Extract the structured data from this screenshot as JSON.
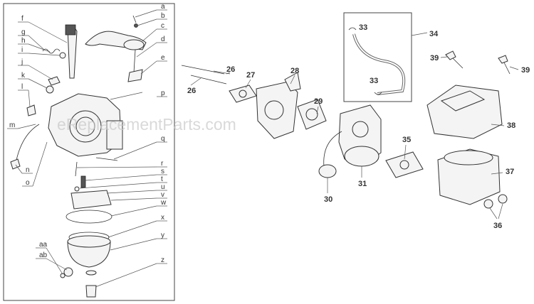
{
  "watermark": "eReplacementParts.com",
  "letter_labels": [
    "a",
    "b",
    "c",
    "d",
    "e",
    "f",
    "g",
    "h",
    "i",
    "j",
    "k",
    "l",
    "m",
    "n",
    "o",
    "p",
    "q",
    "r",
    "s",
    "t",
    "u",
    "v",
    "w",
    "x",
    "y",
    "z",
    "aa",
    "ab"
  ],
  "number_labels": [
    "26",
    "26",
    "27",
    "28",
    "29",
    "30",
    "31",
    "33",
    "33",
    "34",
    "35",
    "36",
    "37",
    "38",
    "39",
    "39"
  ]
}
